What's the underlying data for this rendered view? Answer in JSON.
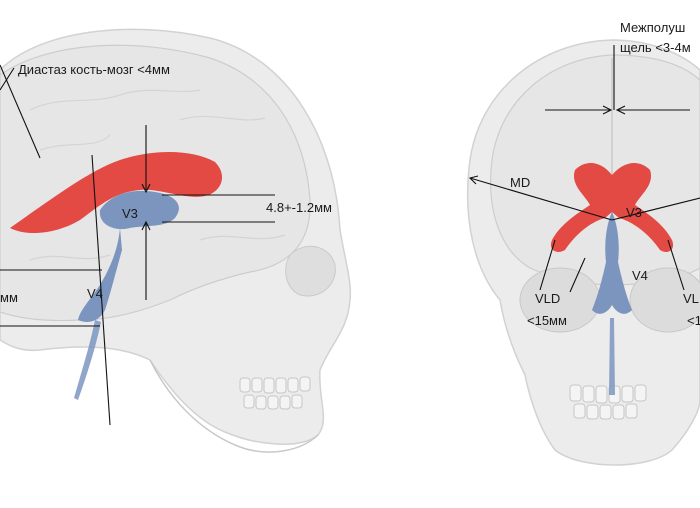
{
  "labels": {
    "bone_gap": "Диастаз кость-мозг <4мм",
    "v3_width": "4.8+-1.2мм",
    "side_v3": "V3",
    "side_v4": "V4",
    "side_cut": "мм",
    "interhemispheric_line1": "Межполуш",
    "interhemispheric_line2": "щель <3-4м",
    "md": "MD",
    "front_v3": "V3",
    "front_v4": "V4",
    "vld_left_line1": "VLD",
    "vld_left_line2": "<15мм",
    "vld_right_line1": "VL",
    "vld_right_line2": "<1"
  },
  "colors": {
    "skull": "#ececec",
    "skull_stroke": "#cfcfcf",
    "brain": "#e4e4e4",
    "ventricle_red": "#e24a43",
    "ventricle_blue": "#7b95bf",
    "line": "#111111"
  }
}
